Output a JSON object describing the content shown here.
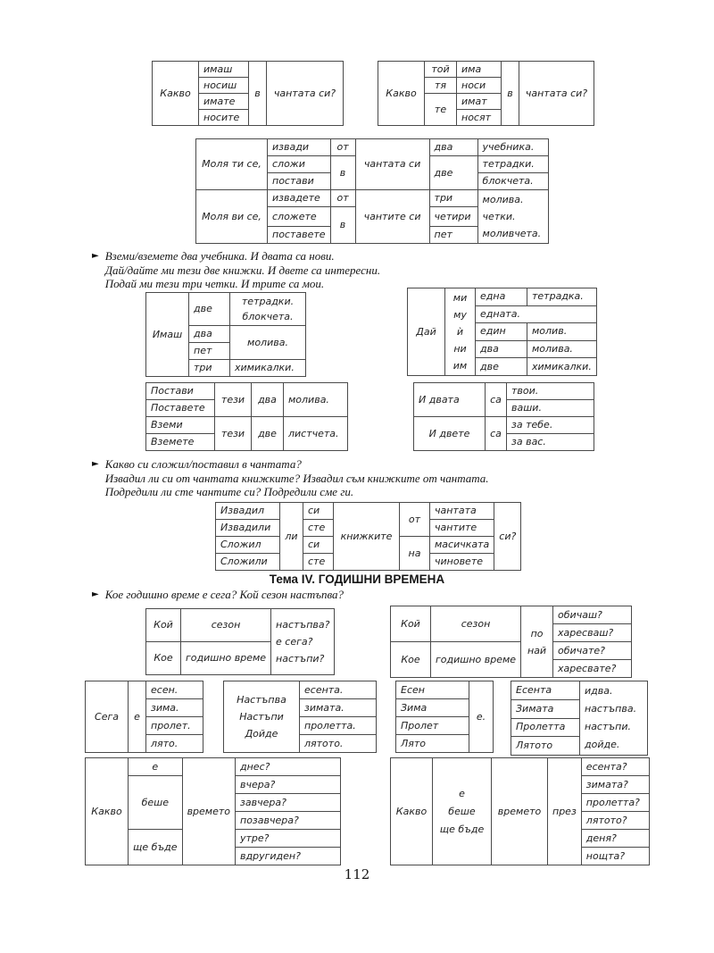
{
  "page": {
    "number": "112",
    "heading": "Тема IV. ГОДИШНИ ВРЕМЕНА",
    "bullet_marker": "►"
  },
  "bullets": {
    "take": [
      "Вземи/вземете два учебника. И двата са нови.",
      "Дай/дайте ми тези две книжки. И двете са интересни.",
      "Подай ми тези три четки. И трите са мои."
    ],
    "put": [
      "Какво си сложил/поставил в чантата?",
      "Извадил ли си от чантата книжките? Извадил съм книжките от чантата.",
      "Подредили ли сте чантите си? Подредили сме ги."
    ],
    "season": [
      "Кое годишно време е сега? Кой сезон настъпва?"
    ]
  },
  "t": {
    "what_you": {
      "q": "Какво",
      "verbs": [
        "имаш",
        "носиш",
        "имате",
        "носите"
      ],
      "prep": "в",
      "obj": "чантата си?"
    },
    "what_they": {
      "q": "Какво",
      "pron": [
        "той",
        "тя",
        "те"
      ],
      "verbs": [
        "има",
        "носи",
        "имат",
        "носят"
      ],
      "prep": "в",
      "obj": "чантата си?"
    },
    "please": {
      "lead1": "Моля ти се,",
      "verbs1": [
        "извади",
        "сложи",
        "постави"
      ],
      "from1": "от",
      "in1": "в",
      "obj1": "чантата си",
      "num1a": "два",
      "num1b": "две",
      "nouns1": [
        "учебника.",
        "тетрадки.",
        "блокчета."
      ],
      "lead2": "Моля ви се,",
      "verbs2": [
        "извадете",
        "сложете",
        "поставете"
      ],
      "from2": "от",
      "in2": "в",
      "obj2": "чантите си",
      "nums2": [
        "три",
        "четири",
        "пет"
      ],
      "nouns2": [
        "молива.",
        "четки.",
        "моливчета."
      ]
    },
    "have": {
      "v": "Имаш",
      "n1": "две",
      "nouns1": [
        "тетрадки.",
        "блокчета."
      ],
      "n2": "два",
      "n3": "пет",
      "noun23": "молива.",
      "n4": "три",
      "noun4": "химикалки."
    },
    "give": {
      "v": "Дай",
      "pron": [
        "ми",
        "му",
        "ѝ",
        "ни",
        "им"
      ],
      "n1": "една",
      "noun1": "тетрадка.",
      "r2": "едната.",
      "n3": "един",
      "noun3": "молив.",
      "n4": "два",
      "noun4": "молива.",
      "n5": "две",
      "noun5": "химикалки."
    },
    "put_these": {
      "v1a": "Постави",
      "v1b": "Поставете",
      "these1": "тези",
      "num1": "два",
      "noun1": "молива.",
      "v2a": "Вземи",
      "v2b": "Вземете",
      "these2": "тези",
      "num2": "две",
      "noun2": "листчета."
    },
    "both": {
      "s1": "И двата",
      "are1": "са",
      "vals1": [
        "твои.",
        "ваши."
      ],
      "s2": "И двете",
      "are2": "са",
      "vals2": [
        "за тебе.",
        "за вас."
      ]
    },
    "taken": {
      "verbs": [
        "Извадил",
        "Извадили",
        "Сложил",
        "Сложили"
      ],
      "li": "ли",
      "aux": [
        "си",
        "сте",
        "си",
        "сте"
      ],
      "obj": "книжките",
      "from": "от",
      "on": "на",
      "nouns": [
        "чантата",
        "чантите",
        "масичката",
        "чиновете"
      ],
      "si": "си?"
    },
    "which1": {
      "who": "Кой",
      "season": "сезон",
      "which": "Кое",
      "time": "годишно време",
      "qs": [
        "настъпва?",
        "е сега?",
        "настъпи?"
      ]
    },
    "which2": {
      "who": "Кой",
      "season": "сезон",
      "which": "Кое",
      "time": "годишно време",
      "po": [
        "по",
        "най"
      ],
      "qs": [
        "обичаш?",
        "харесваш?",
        "обичате?",
        "харесвате?"
      ]
    },
    "now": {
      "now": "Сега",
      "is": "е",
      "seasons": [
        "есен.",
        "зима.",
        "пролет.",
        "лято."
      ]
    },
    "comes": {
      "verbs": [
        "Настъпва",
        "Настъпи",
        "Дойде"
      ],
      "seasons": [
        "есента.",
        "зимата.",
        "пролетта.",
        "лятото."
      ]
    },
    "season_is": {
      "seasons": [
        "Есен",
        "Зима",
        "Пролет",
        "Лято"
      ],
      "is": "е."
    },
    "season_comes": {
      "seasons": [
        "Есента",
        "Зимата",
        "Пролетта",
        "Лятото"
      ],
      "verbs": [
        "идва.",
        "настъпва.",
        "настъпи.",
        "дойде."
      ]
    },
    "weather1": {
      "what": "Какво",
      "is": "е",
      "was": "беше",
      "will": "ще бъде",
      "weather": "времето",
      "qs": [
        "днес?",
        "вчера?",
        "завчера?",
        "позавчера?",
        "утре?",
        "вдругиден?"
      ]
    },
    "weather2": {
      "what": "Какво",
      "tense": [
        "е",
        "беше",
        "ще бъде"
      ],
      "weather": "времето",
      "during": "през",
      "qs": [
        "есента?",
        "зимата?",
        "пролетта?",
        "лятото?",
        "деня?",
        "нощта?"
      ]
    }
  }
}
